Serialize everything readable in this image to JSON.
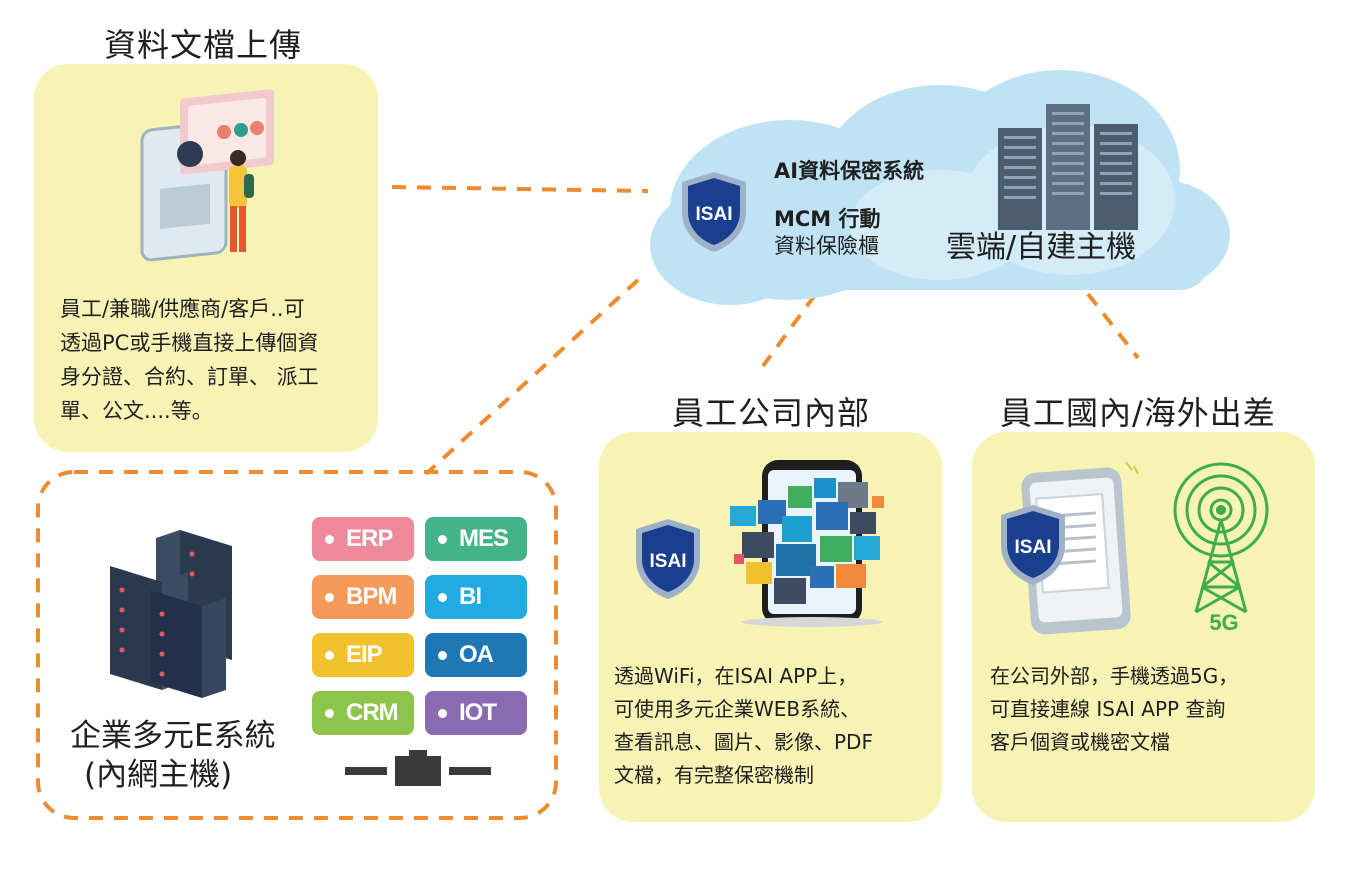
{
  "upload": {
    "title": "資料文檔上傳",
    "lines": [
      "員工/兼職/供應商/客戶..可",
      "透過PC或手機直接上傳個資",
      "身分證、合約、訂單、 派工",
      "單、公文....等。"
    ]
  },
  "cloud": {
    "badge": "ISAI",
    "line1": "AI資料保密系統",
    "line2": "MCM 行動",
    "line3": "資料保險櫃",
    "host": "雲端/自建主機"
  },
  "enterprise": {
    "title": "企業多元E系統",
    "subtitle": "(內網主機)",
    "tags": [
      {
        "label": "ERP",
        "color": "#ee8a9a"
      },
      {
        "label": "MES",
        "color": "#43b38a"
      },
      {
        "label": "BPM",
        "color": "#f59a5b"
      },
      {
        "label": "BI",
        "color": "#20ace0"
      },
      {
        "label": "EIP",
        "color": "#f2c12e"
      },
      {
        "label": "OA",
        "color": "#1f78b4"
      },
      {
        "label": "CRM",
        "color": "#8dc44b"
      },
      {
        "label": "IOT",
        "color": "#8a6bb1"
      }
    ]
  },
  "internal": {
    "title": "員工公司內部",
    "badge": "ISAI",
    "lines": [
      "透過WiFi，在ISAI APP上，",
      "可使用多元企業WEB系統、",
      "查看訊息、圖片、影像、PDF",
      "文檔，有完整保密機制"
    ]
  },
  "travel": {
    "title": "員工國內/海外出差",
    "badge": "ISAI",
    "signal": "5G",
    "lines": [
      "在公司外部，手機透過5G，",
      "可直接連線 ISAI APP 查詢",
      "客戶個資或機密文檔"
    ]
  },
  "colors": {
    "panel": "#f7f3b5",
    "dash": "#ef8a2e",
    "cloud": "#bfe3f5",
    "shield": "#1b3f8f"
  }
}
